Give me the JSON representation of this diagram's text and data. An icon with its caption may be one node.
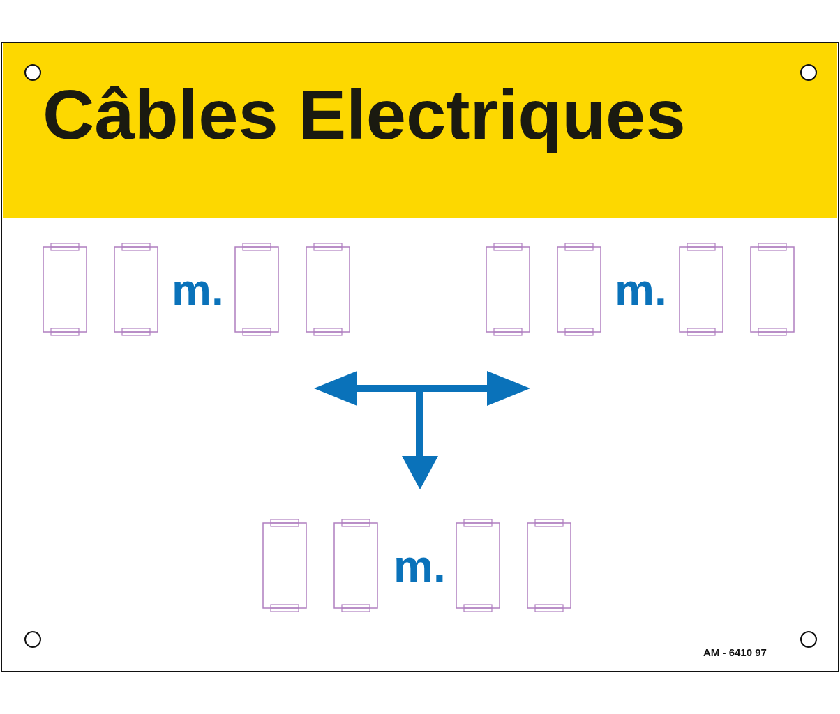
{
  "diagram": {
    "title": "Câbles Electriques",
    "labels": [
      "m.",
      "m.",
      "m.",
      "AM - 6410 97"
    ]
  }
}
